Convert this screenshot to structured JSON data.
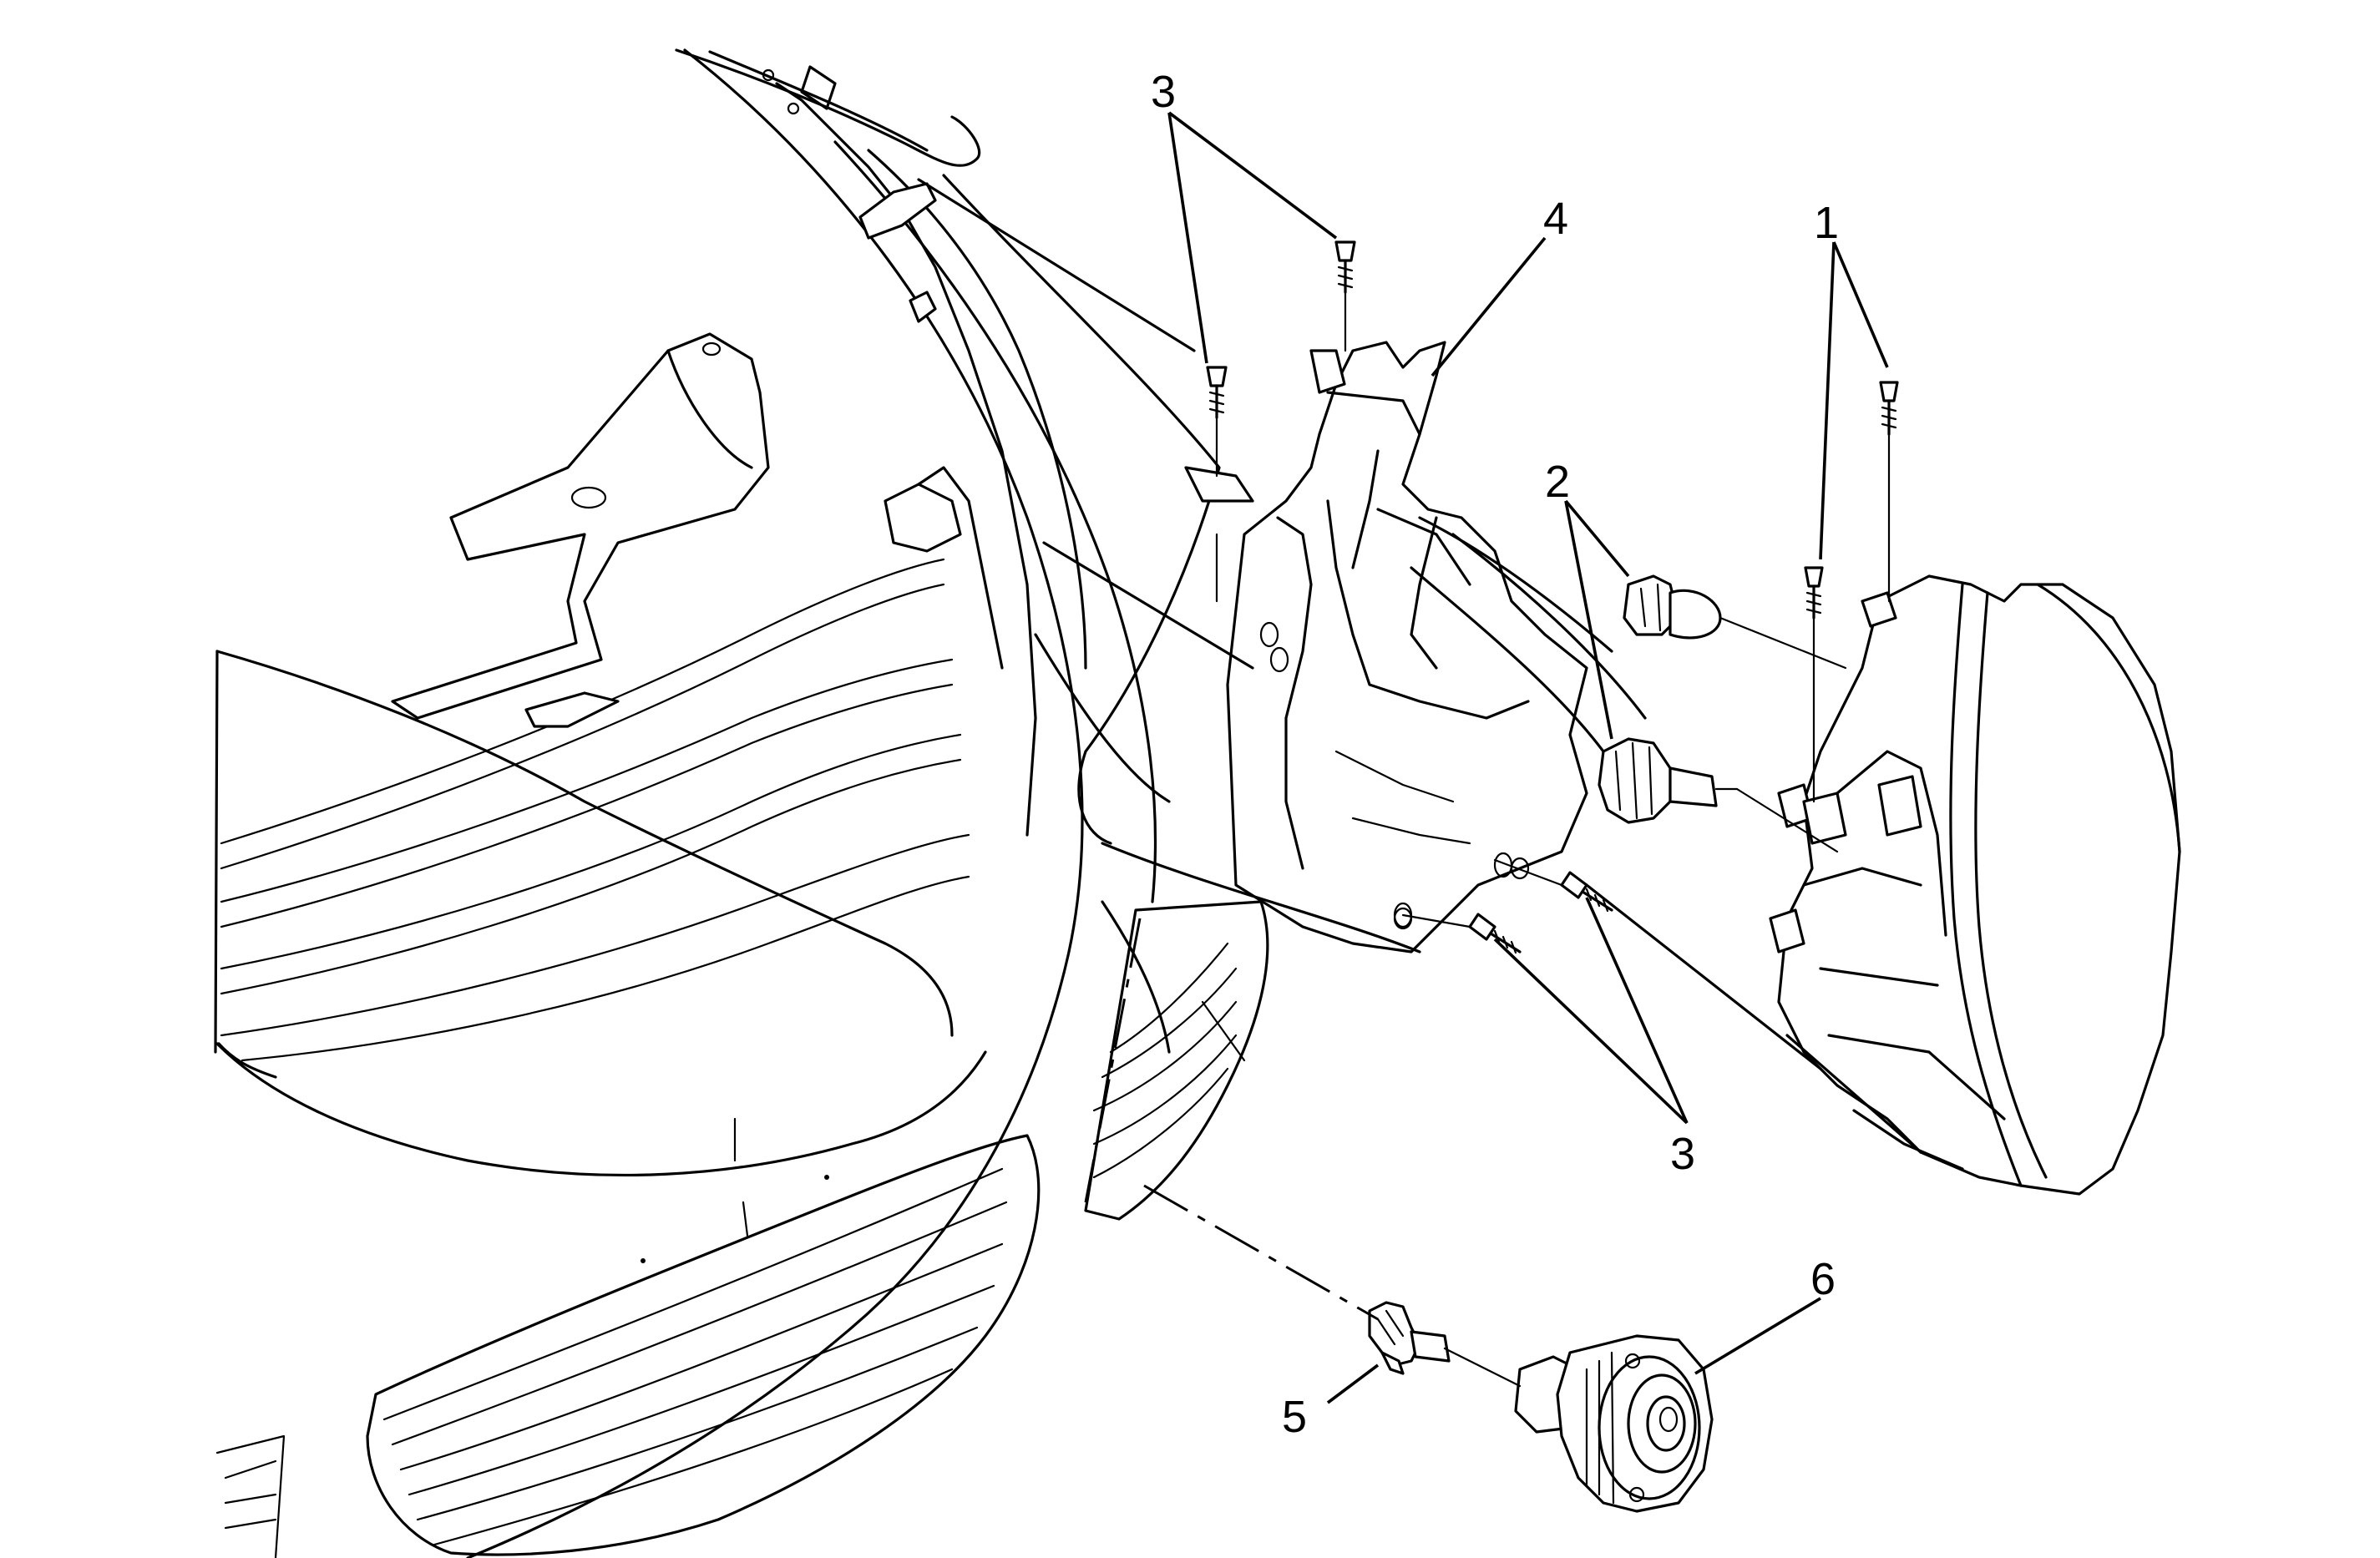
{
  "callouts": [
    {
      "id": "1",
      "text": "1"
    },
    {
      "id": "2",
      "text": "2"
    },
    {
      "id": "3a",
      "text": "3"
    },
    {
      "id": "3b",
      "text": "3"
    },
    {
      "id": "4",
      "text": "4"
    },
    {
      "id": "5",
      "text": "5"
    },
    {
      "id": "6",
      "text": "6"
    }
  ]
}
